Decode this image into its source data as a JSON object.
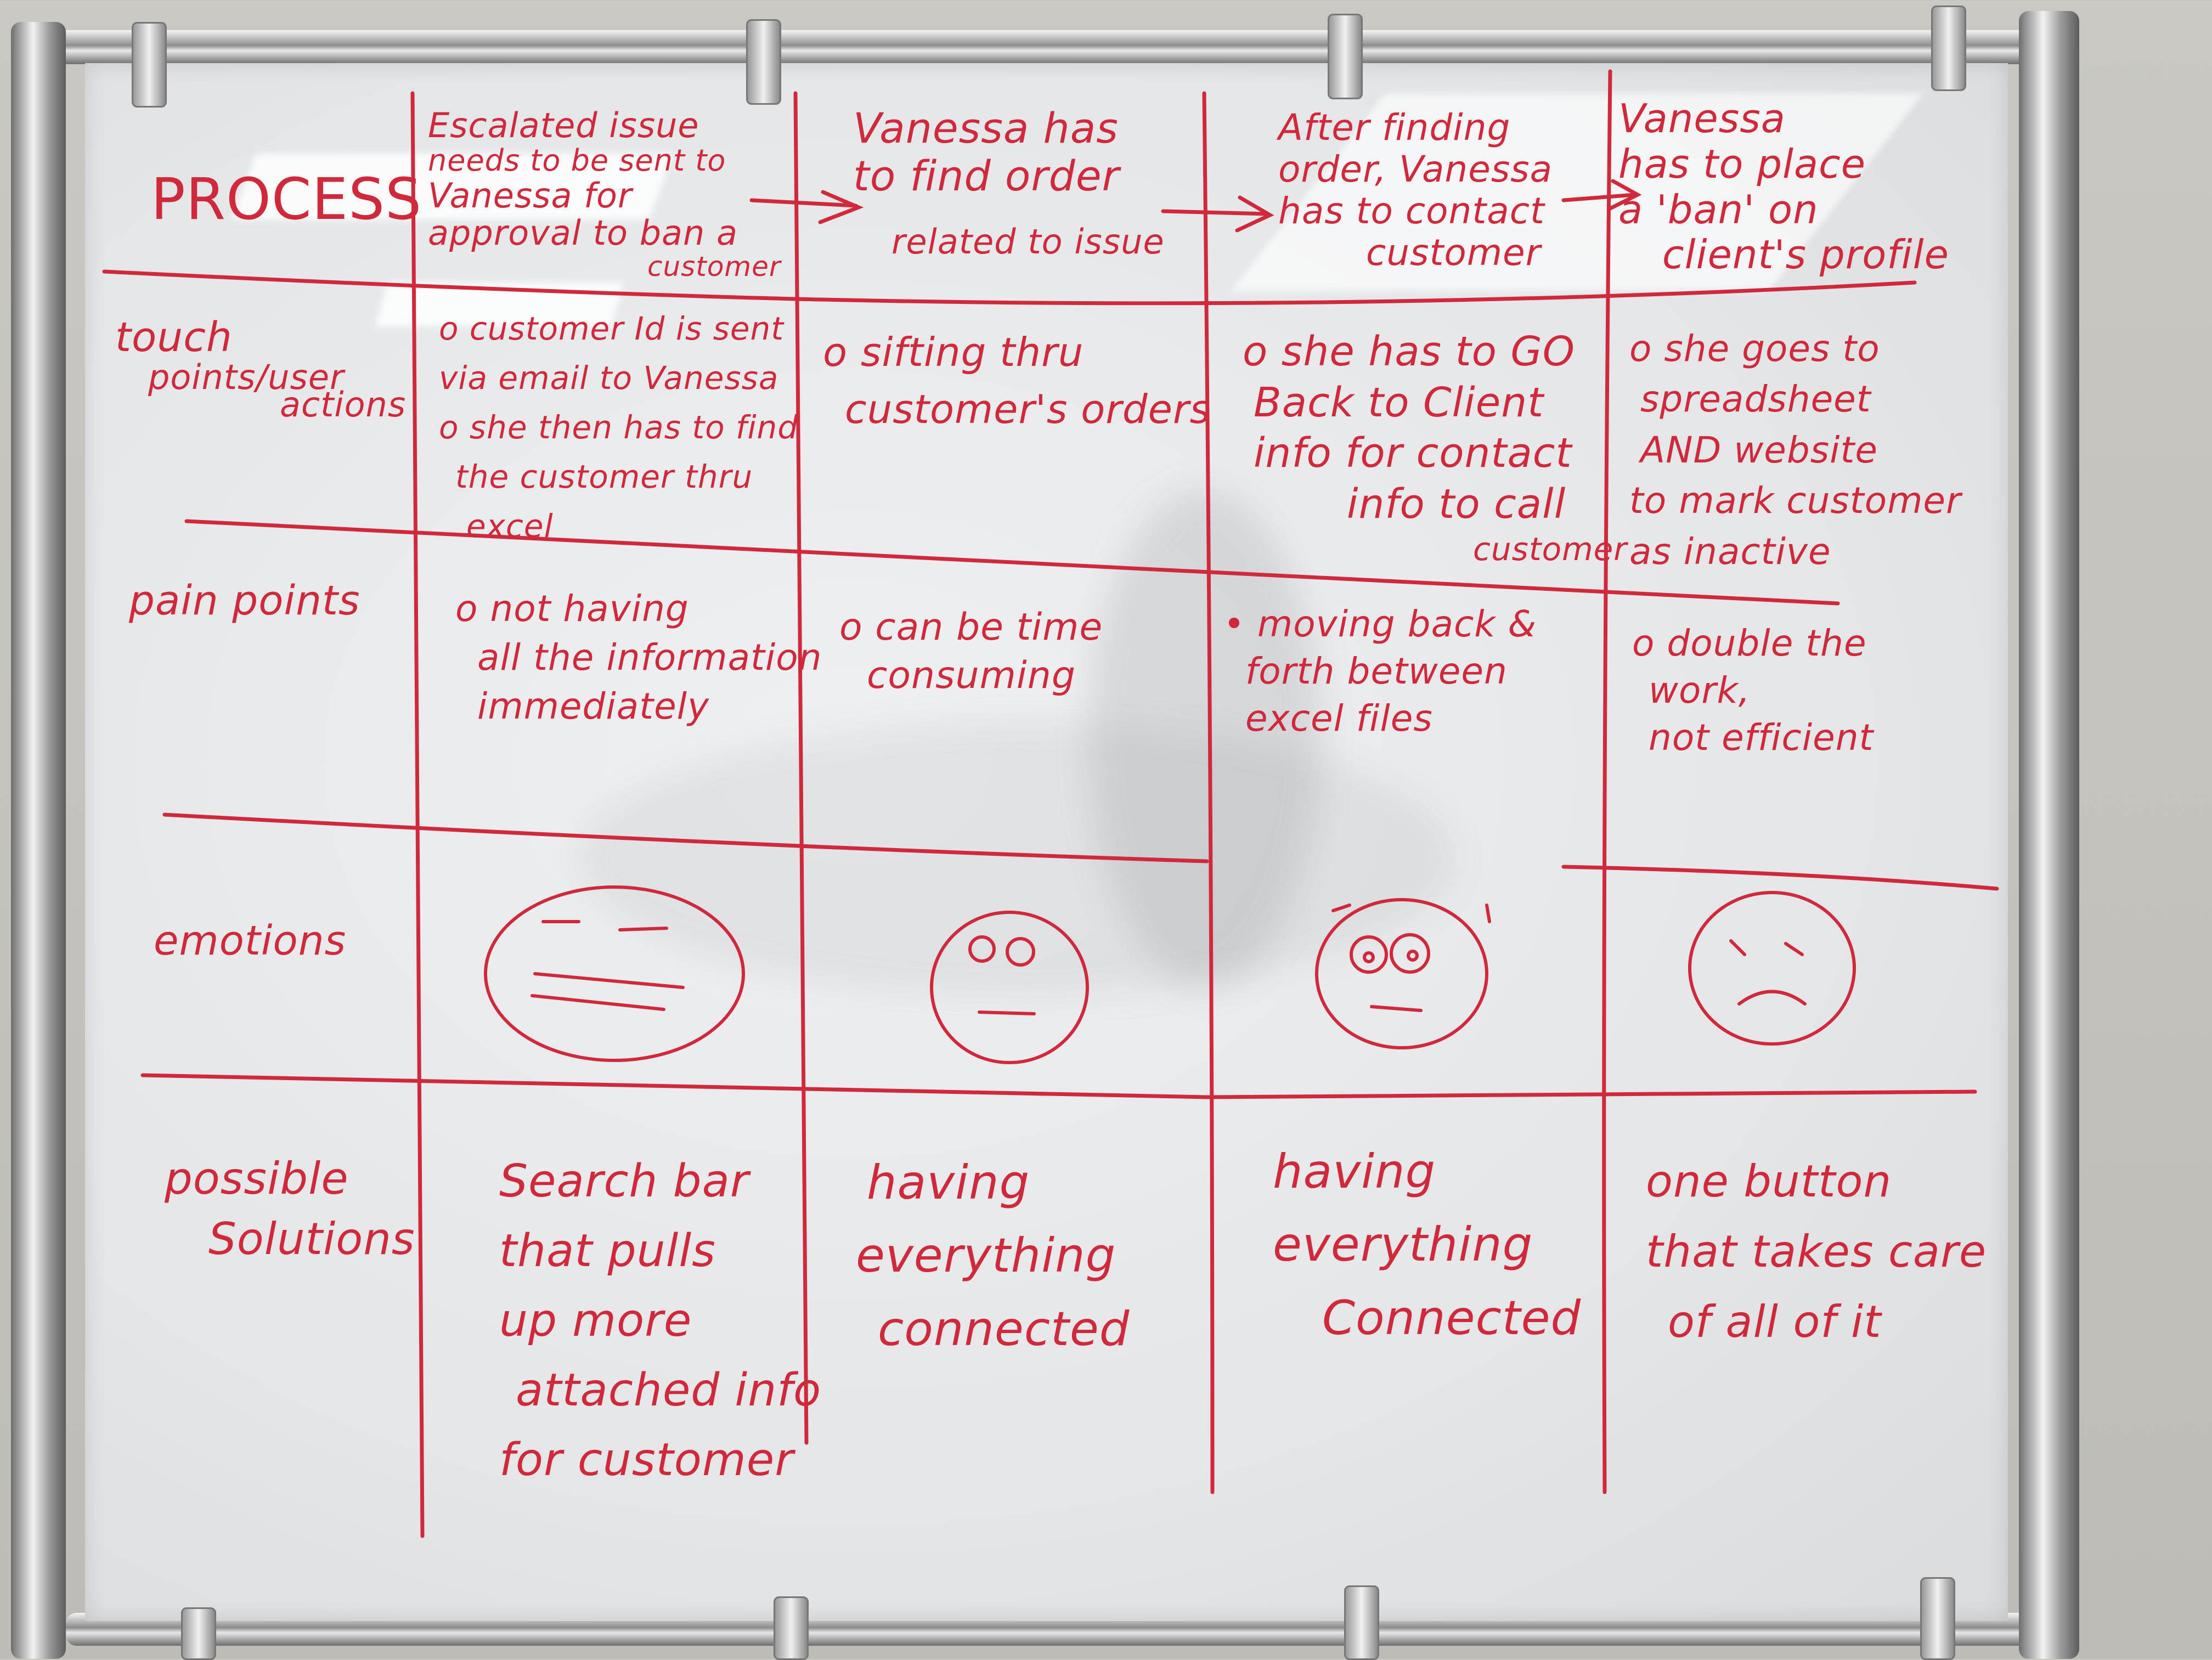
{
  "whiteboard": {
    "row_labels": {
      "process": "PROCESS",
      "touch_points_line1": "touch",
      "touch_points_line2": "points/user",
      "touch_points_line3": "actions",
      "pain_points": "pain points",
      "emotions": "emotions",
      "solutions_line1": "possible",
      "solutions_line2": "Solutions"
    },
    "process": [
      [
        "Escalated issue",
        "needs to be sent to",
        "Vanessa for",
        "approval to ban a",
        "customer"
      ],
      [
        "Vanessa has",
        "to find order",
        "",
        "related to issue"
      ],
      [
        "After finding",
        "order, Vanessa",
        "has to contact",
        "customer"
      ],
      [
        "Vanessa",
        "has to place",
        "a 'ban' on",
        "client's profile"
      ]
    ],
    "touch_points": [
      [
        "o customer Id is sent",
        "via email to Vanessa",
        "o she then has to find",
        "the customer thru",
        "excel"
      ],
      [
        "o sifting thru",
        "customer's orders"
      ],
      [
        "o she has to GO",
        "Back to Client",
        "info for contact",
        "info to call",
        "customer"
      ],
      [
        "o she goes to",
        "spreadsheet",
        "AND website",
        "to mark customer",
        "as inactive"
      ]
    ],
    "pain_points": [
      [
        "o not having",
        "all the information",
        "immediately"
      ],
      [
        "o can be time",
        "consuming"
      ],
      [
        "• moving back &",
        "forth between",
        "excel files"
      ],
      [
        "o double the",
        "work,",
        "not efficient"
      ]
    ],
    "emotions": [
      "neutral-face-icon",
      "worried-face-icon",
      "anxious-face-icon",
      "sad-face-icon"
    ],
    "solutions": [
      [
        "Search bar",
        "that pulls",
        "up more",
        "attached info",
        "for customer"
      ],
      [
        "having",
        "everything",
        "connected"
      ],
      [
        "having",
        "everything",
        "Connected"
      ],
      [
        "one button",
        "that takes care",
        "of all of it"
      ]
    ],
    "ink_color": "#d1293c"
  }
}
